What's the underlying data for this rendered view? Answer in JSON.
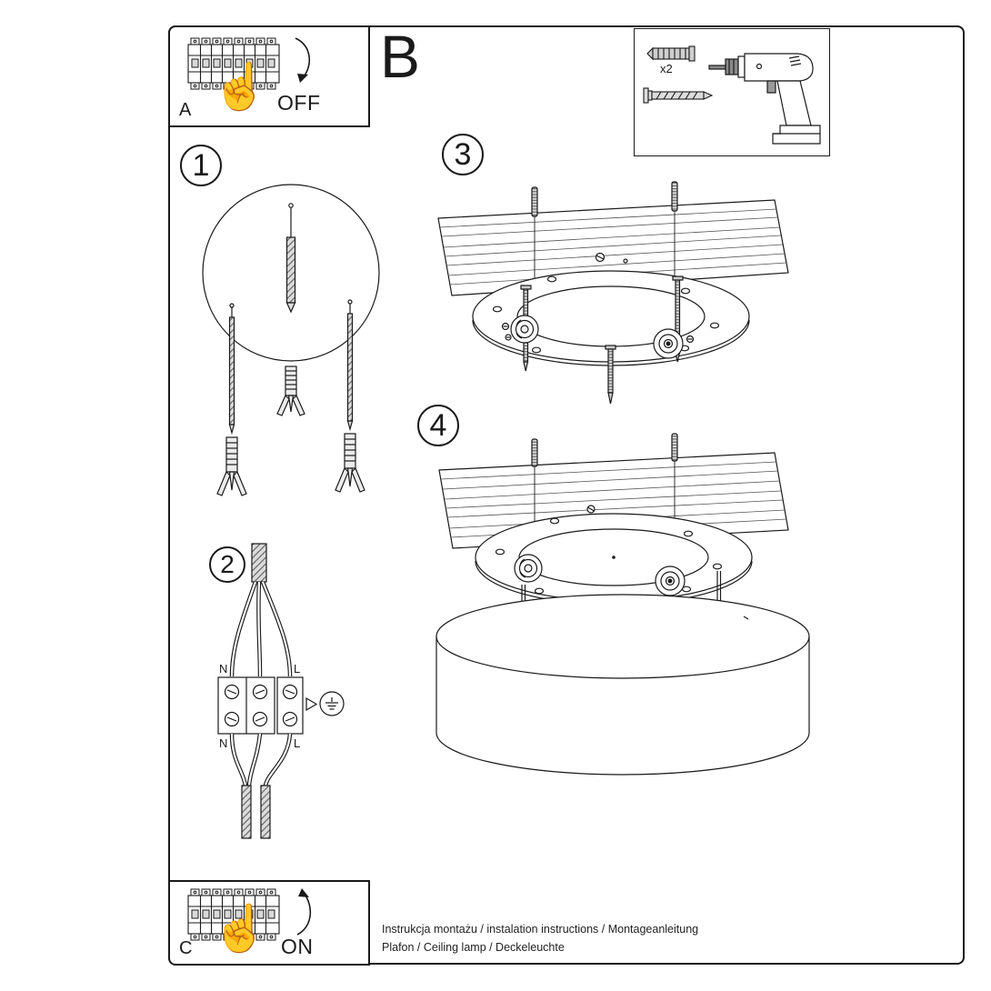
{
  "steps": {
    "a": {
      "label": "A",
      "state": "OFF"
    },
    "b_label": "B",
    "c": {
      "label": "C",
      "state": "ON"
    },
    "n1": "1",
    "n2": "2",
    "n3": "3",
    "n4": "4"
  },
  "tools": {
    "anchor_count": "x2"
  },
  "wiring": {
    "n_top": "N",
    "l_top": "L",
    "n_bottom": "N",
    "l_bottom": "L"
  },
  "icons": {
    "hand": "☝"
  },
  "footer": {
    "line1": "Instrukcja montażu / instalation instructions / Montageanleitung",
    "line2": "Plafon / Ceiling lamp / Deckeleuchte"
  },
  "colors": {
    "ink": "#1a1a1a",
    "paper": "#ffffff"
  }
}
